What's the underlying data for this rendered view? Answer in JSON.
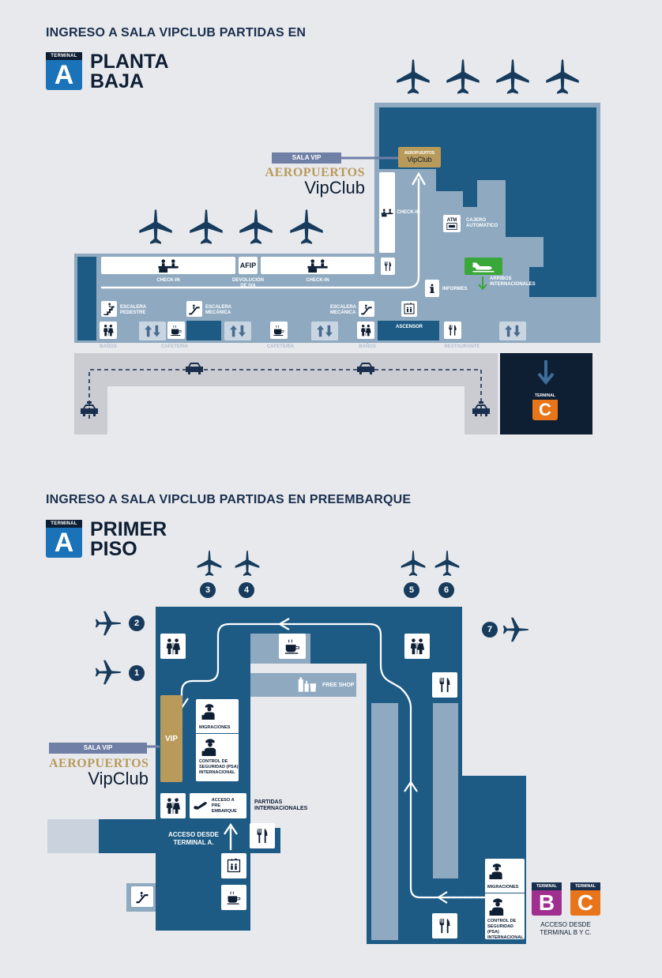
{
  "colors": {
    "bg": "#e8e9ed",
    "deep": "#1e5b84",
    "light": "#8ea9c0",
    "mid": "#6f8fad",
    "road": "#cbccd1",
    "navy": "#0e1e33",
    "accent_a": "#1a73b8",
    "gold": "#b89a5a",
    "terminal_b": "#a0308f",
    "terminal_c": "#e8751a",
    "green": "#3aa73a"
  },
  "section1": {
    "heading": "INGRESO A SALA VIPCLUB PARTIDAS EN",
    "badge_label": "TERMINAL",
    "badge_letter": "A",
    "floor_line1": "PLANTA",
    "floor_line2": "BAJA",
    "sala_vip": "SALA VIP",
    "logo_top": "AEROPUERTOS",
    "logo_bottom": "VipClub",
    "vip_box_top": "AEROPUERTOS",
    "vip_box_bottom": "VipClub",
    "check_in_vertical": "CHECK-IN",
    "atm": "ATM",
    "cajero": "CAJERO\nAUTOMATICO",
    "arribos": "ARRIBOS\nINTERNACIONALES",
    "afip": "AFIP",
    "devolucion": "DEVOLUCIÓN\nDE IVA",
    "check_in_left": "CHECK-IN",
    "check_in_right": "CHECK-IN",
    "informes": "INFORMES",
    "escalera_pedestre": "ESCALERA\nPEDESTRE",
    "escalera_mecanica_1": "ESCALERA\nMECÁNICA",
    "escalera_mecanica_2": "ESCALERA\nMECÁNICA",
    "ascensor": "ASCENSOR",
    "banos_1": "BAÑOS",
    "cafeteria_1": "CAFETERÍA",
    "cafeteria_2": "CAFETERÍA",
    "banos_2": "BAÑOS",
    "restaurante": "RESTAURANTE",
    "tc_label": "TERMINAL",
    "tc_letter": "C"
  },
  "section2": {
    "heading": "INGRESO A SALA VIPCLUB PARTIDAS EN PREEMBARQUE",
    "badge_label": "TERMINAL",
    "badge_letter": "A",
    "floor_line1": "PRIMER",
    "floor_line2": "PISO",
    "gates": [
      "1",
      "2",
      "3",
      "4",
      "5",
      "6",
      "7"
    ],
    "free_shop": "FREE SHOP",
    "vip": "VIP",
    "sala_vip": "SALA VIP",
    "logo_top": "AEROPUERTOS",
    "logo_bottom": "VipClub",
    "migraciones": "MIGRACIONES",
    "control": "CONTROL DE\nSEGURIDAD (PSA)\nINTERNACIONAL",
    "acceso_pre": "ACCESO A\nPRE EMBARQUE",
    "partidas": "PARTIDAS\nINTERNACIONALES",
    "acceso_a": "ACCESO DESDE\nTERMINAL A.",
    "migraciones_2": "MIGRACIONES",
    "control_2": "CONTROL DE\nSEGURIDAD (PSA)\nINTERNACIONAL",
    "tb_label": "TERMINAL",
    "tb_letter": "B",
    "tc_label": "TERMINAL",
    "tc_letter": "C",
    "acceso_bc": "ACCESO DESDE\nTERMINAL B Y C."
  },
  "icons": {
    "plane": "plane-icon",
    "taxi": "taxi-icon",
    "car": "car-icon",
    "restroom": "restroom-icon",
    "coffee": "coffee-icon",
    "food": "restaurant-icon",
    "elevator": "elevator-icon",
    "escalator": "escalator-icon",
    "stairs": "stairs-icon",
    "info": "info-icon",
    "checkin": "checkin-icon",
    "police": "police-icon"
  }
}
